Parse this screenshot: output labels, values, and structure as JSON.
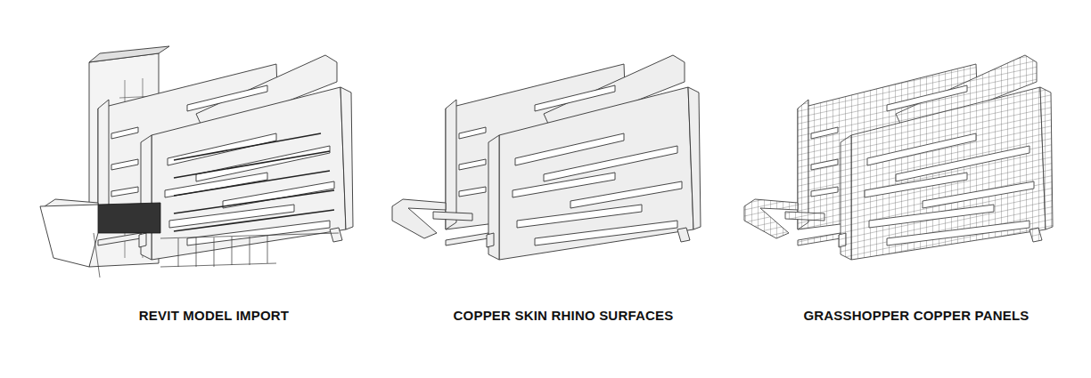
{
  "diagram": {
    "labels": [
      "REVIT MODEL IMPORT",
      "COPPER SKIN RHINO SURFACES",
      "GRASSHOPPER COPPER PANELS"
    ]
  }
}
